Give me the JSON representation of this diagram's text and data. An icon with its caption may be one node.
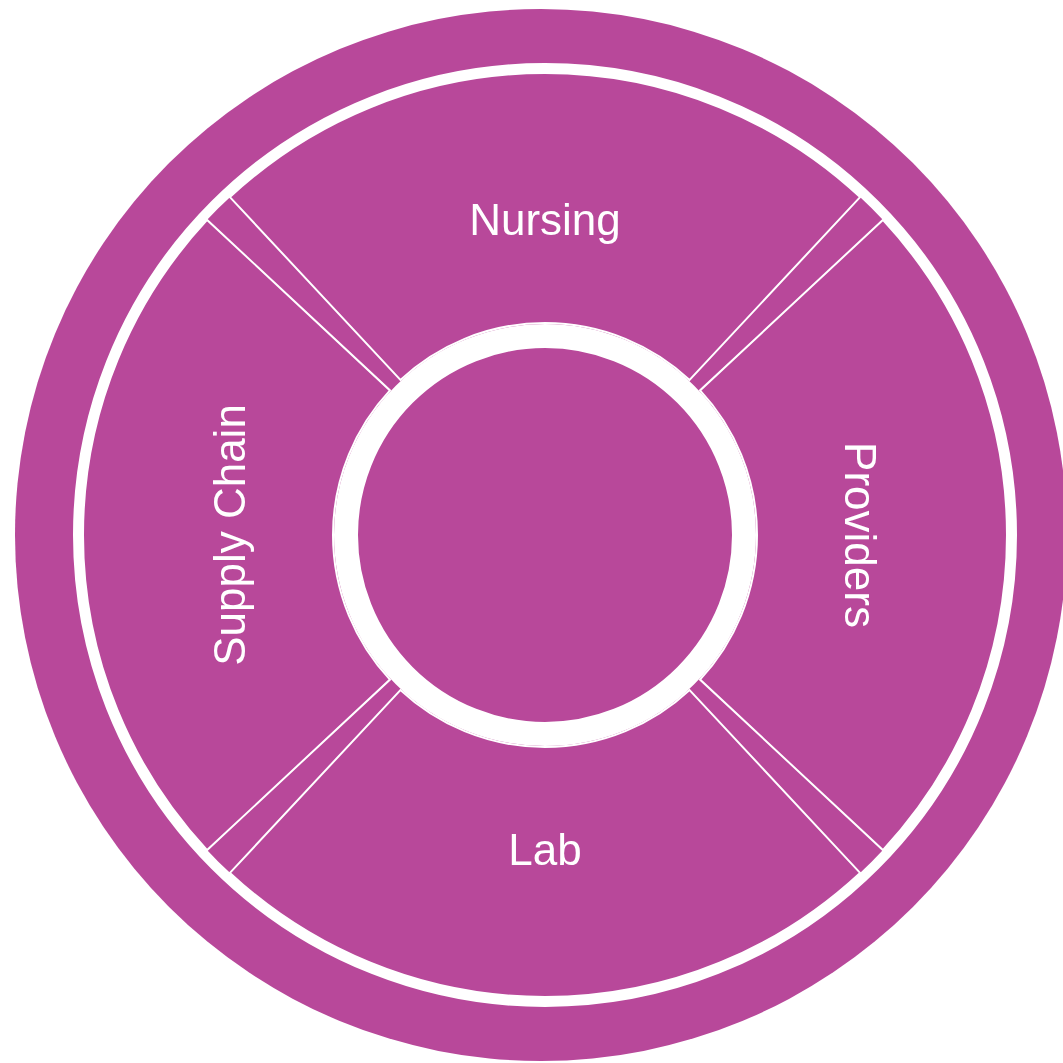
{
  "diagram": {
    "nodes": [
      {
        "text": [
          "Nursing"
        ]
      },
      {
        "text": [
          "Providers"
        ]
      },
      {
        "text": [
          "Lab"
        ]
      },
      {
        "text": [
          "Supply Chain"
        ]
      },
      {
        "text": [],
        "shape": "circle"
      }
    ]
  }
}
